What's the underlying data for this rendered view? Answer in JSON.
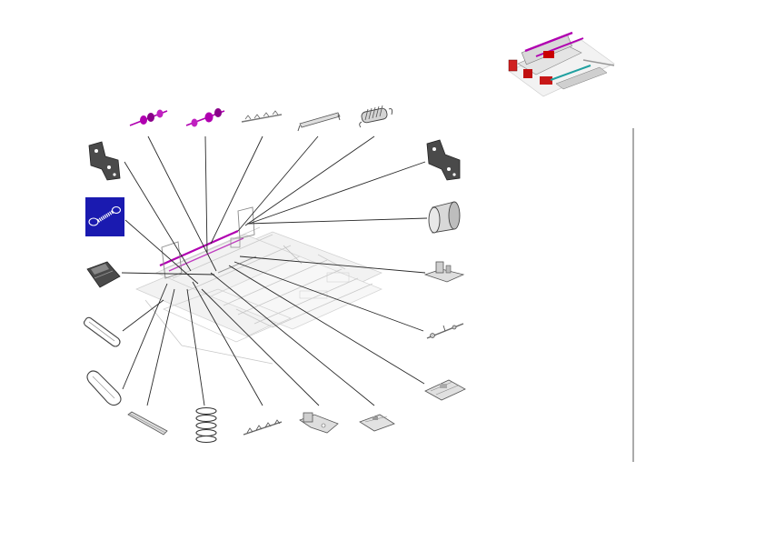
{
  "diagram": {
    "accent_color": "#b000b0",
    "selected_frame_color": "#1a1ab0",
    "selected_part": "spring-extension-left"
  },
  "parts": [
    {
      "id": "roller-shaft-a",
      "icon": "roller-shaft-magenta-icon"
    },
    {
      "id": "roller-shaft-b",
      "icon": "roller-shaft-magenta-icon"
    },
    {
      "id": "gear-rack",
      "icon": "gear-rack-icon"
    },
    {
      "id": "guide-bar",
      "icon": "guide-bar-icon"
    },
    {
      "id": "spring-coil-top",
      "icon": "coil-spring-icon"
    },
    {
      "id": "side-plate-left",
      "icon": "side-plate-icon"
    },
    {
      "id": "side-plate-right",
      "icon": "side-plate-icon"
    },
    {
      "id": "spring-extension-left",
      "icon": "extension-spring-icon"
    },
    {
      "id": "pressure-roller",
      "icon": "pressure-roller-icon"
    },
    {
      "id": "shield-plate",
      "icon": "shield-plate-icon"
    },
    {
      "id": "bracket-mount",
      "icon": "bracket-mount-icon"
    },
    {
      "id": "belt-small",
      "icon": "drive-belt-icon"
    },
    {
      "id": "pin-shaft",
      "icon": "pin-shaft-icon"
    },
    {
      "id": "belt-large",
      "icon": "drive-belt-icon"
    },
    {
      "id": "separation-pad",
      "icon": "separation-pad-icon"
    },
    {
      "id": "rod",
      "icon": "rod-icon"
    },
    {
      "id": "compression-spring",
      "icon": "compression-spring-icon"
    },
    {
      "id": "gear-rack-bottom",
      "icon": "gear-rack-icon"
    },
    {
      "id": "lever-bracket",
      "icon": "lever-bracket-icon"
    },
    {
      "id": "flat-spring",
      "icon": "flat-spring-icon"
    }
  ]
}
